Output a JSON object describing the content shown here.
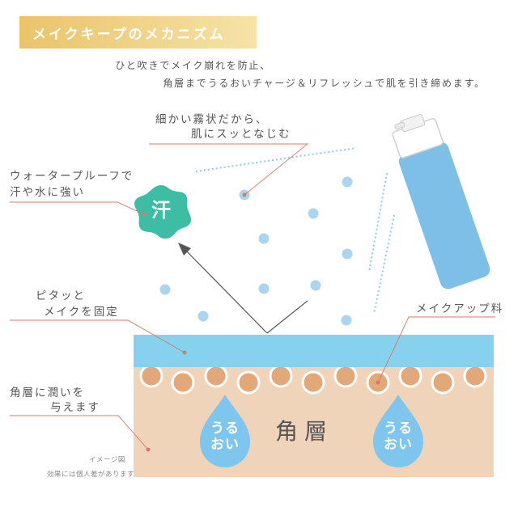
{
  "title": "メイクキープのメカニズム",
  "intro": {
    "line1": "ひと吹きでメイク崩れを防止、",
    "line2": "角層までうるおいチャージ＆リフレッシュで肌を引き締めます。"
  },
  "callouts": {
    "mist": {
      "line1": "細かい霧状だから、",
      "line2": "肌にスッとなじむ"
    },
    "waterproof": {
      "line1": "ウォータープルーフで",
      "line2": "汗や水に強い"
    },
    "fix": {
      "line1": "ピタッと",
      "line2": "メイクを固定"
    },
    "makeup": "メイクアップ料",
    "moisture": {
      "line1": "角層に潤いを",
      "line2": "与えます"
    }
  },
  "badge": "汗",
  "skin_layer_label": "角層",
  "drop_label": {
    "line1": "うる",
    "line2": "おい"
  },
  "notes": {
    "line1": "イメージ図",
    "line2": "効果には個人差があります"
  },
  "colors": {
    "banner_start": "#e9c46a",
    "mist_dot": "#a9d6ee",
    "bottle": "#7dbfe6",
    "sweat_badge": "#3dbea4",
    "film_layer": "#86d2ee",
    "skin_layer": "#efd4b9",
    "makeup_particle": "#e3a877",
    "drop": "#7fc6ee",
    "leader_line": "#d47a6e"
  }
}
